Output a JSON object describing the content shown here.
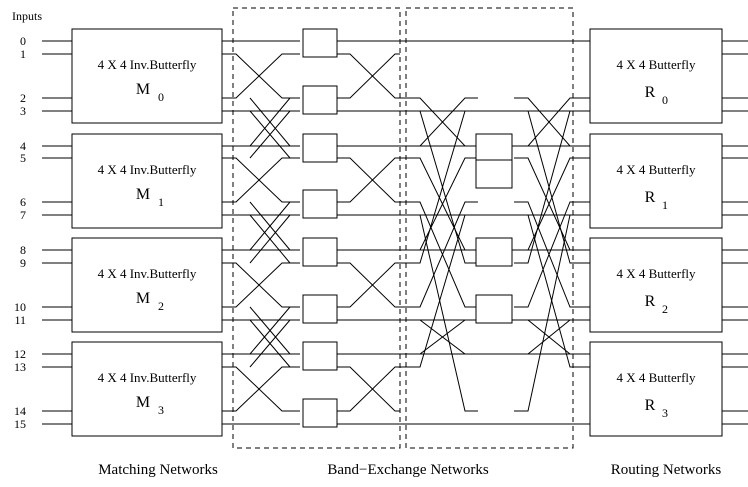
{
  "inputs_label": "Inputs",
  "input_numbers": [
    "0",
    "1",
    "2",
    "3",
    "4",
    "5",
    "6",
    "7",
    "8",
    "9",
    "10",
    "11",
    "12",
    "13",
    "14",
    "15"
  ],
  "matching_blocks": [
    {
      "title": "4 X 4 Inv.Butterfly",
      "name": "M",
      "sub": "0"
    },
    {
      "title": "4 X 4 Inv.Butterfly",
      "name": "M",
      "sub": "1"
    },
    {
      "title": "4 X 4 Inv.Butterfly",
      "name": "M",
      "sub": "2"
    },
    {
      "title": "4 X 4 Inv.Butterfly",
      "name": "M",
      "sub": "3"
    }
  ],
  "routing_blocks": [
    {
      "title": "4 X 4 Butterfly",
      "name": "R",
      "sub": "0"
    },
    {
      "title": "4 X 4 Butterfly",
      "name": "R",
      "sub": "1"
    },
    {
      "title": "4 X 4 Butterfly",
      "name": "R",
      "sub": "2"
    },
    {
      "title": "4 X 4 Butterfly",
      "name": "R",
      "sub": "3"
    }
  ],
  "section_labels": {
    "matching": "Matching Networks",
    "band_exchange": "Band−Exchange Networks",
    "routing": "Routing Networks"
  }
}
